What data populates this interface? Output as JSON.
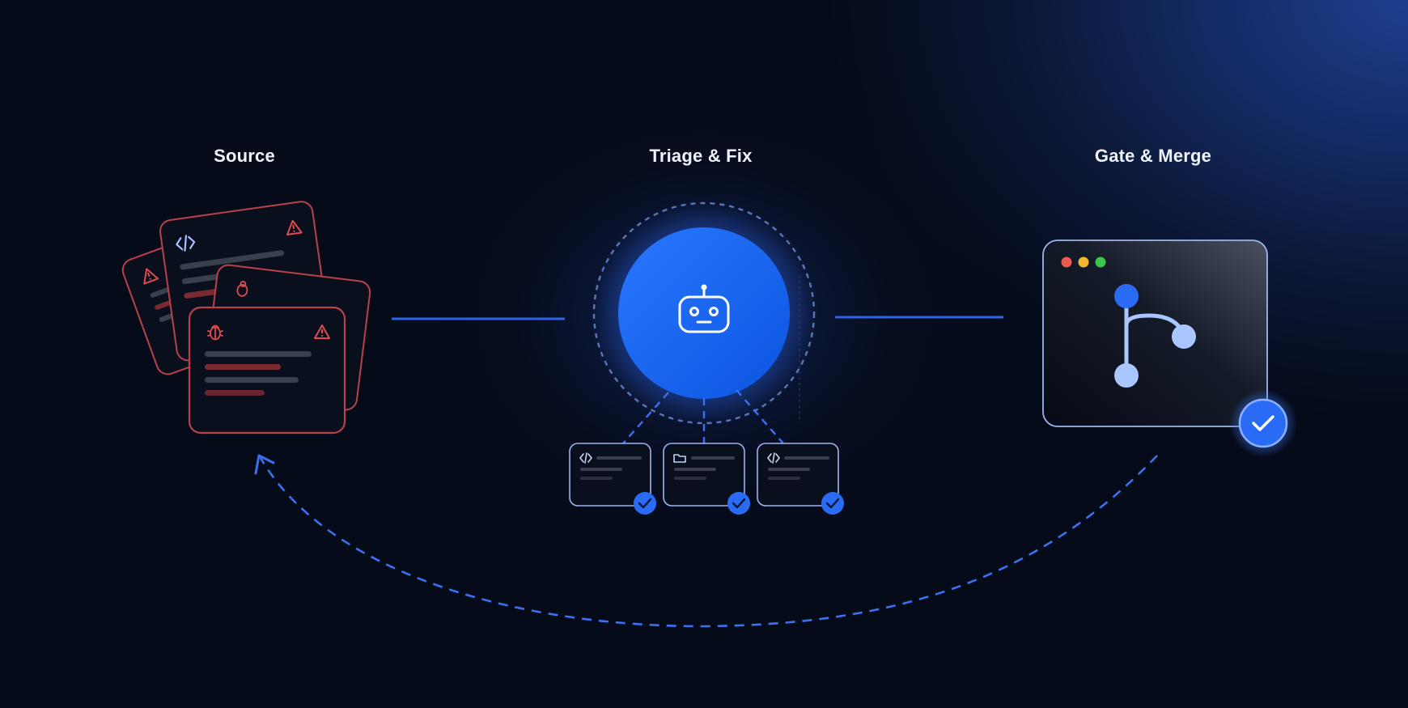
{
  "stages": {
    "source": {
      "label": "Source"
    },
    "triage": {
      "label": "Triage & Fix"
    },
    "gate": {
      "label": "Gate & Merge"
    }
  },
  "icons": {
    "source_cards": [
      "code-icon",
      "warning-icon",
      "bug-icon"
    ],
    "triage_center": "robot-icon",
    "triage_outputs": [
      "code-icon",
      "folder-icon",
      "code-icon"
    ],
    "gate": [
      "git-branch-icon",
      "check-icon"
    ]
  },
  "colors": {
    "accent_blue": "#2f6bff",
    "alert_red": "#d8484e",
    "background": "#060b1a"
  }
}
